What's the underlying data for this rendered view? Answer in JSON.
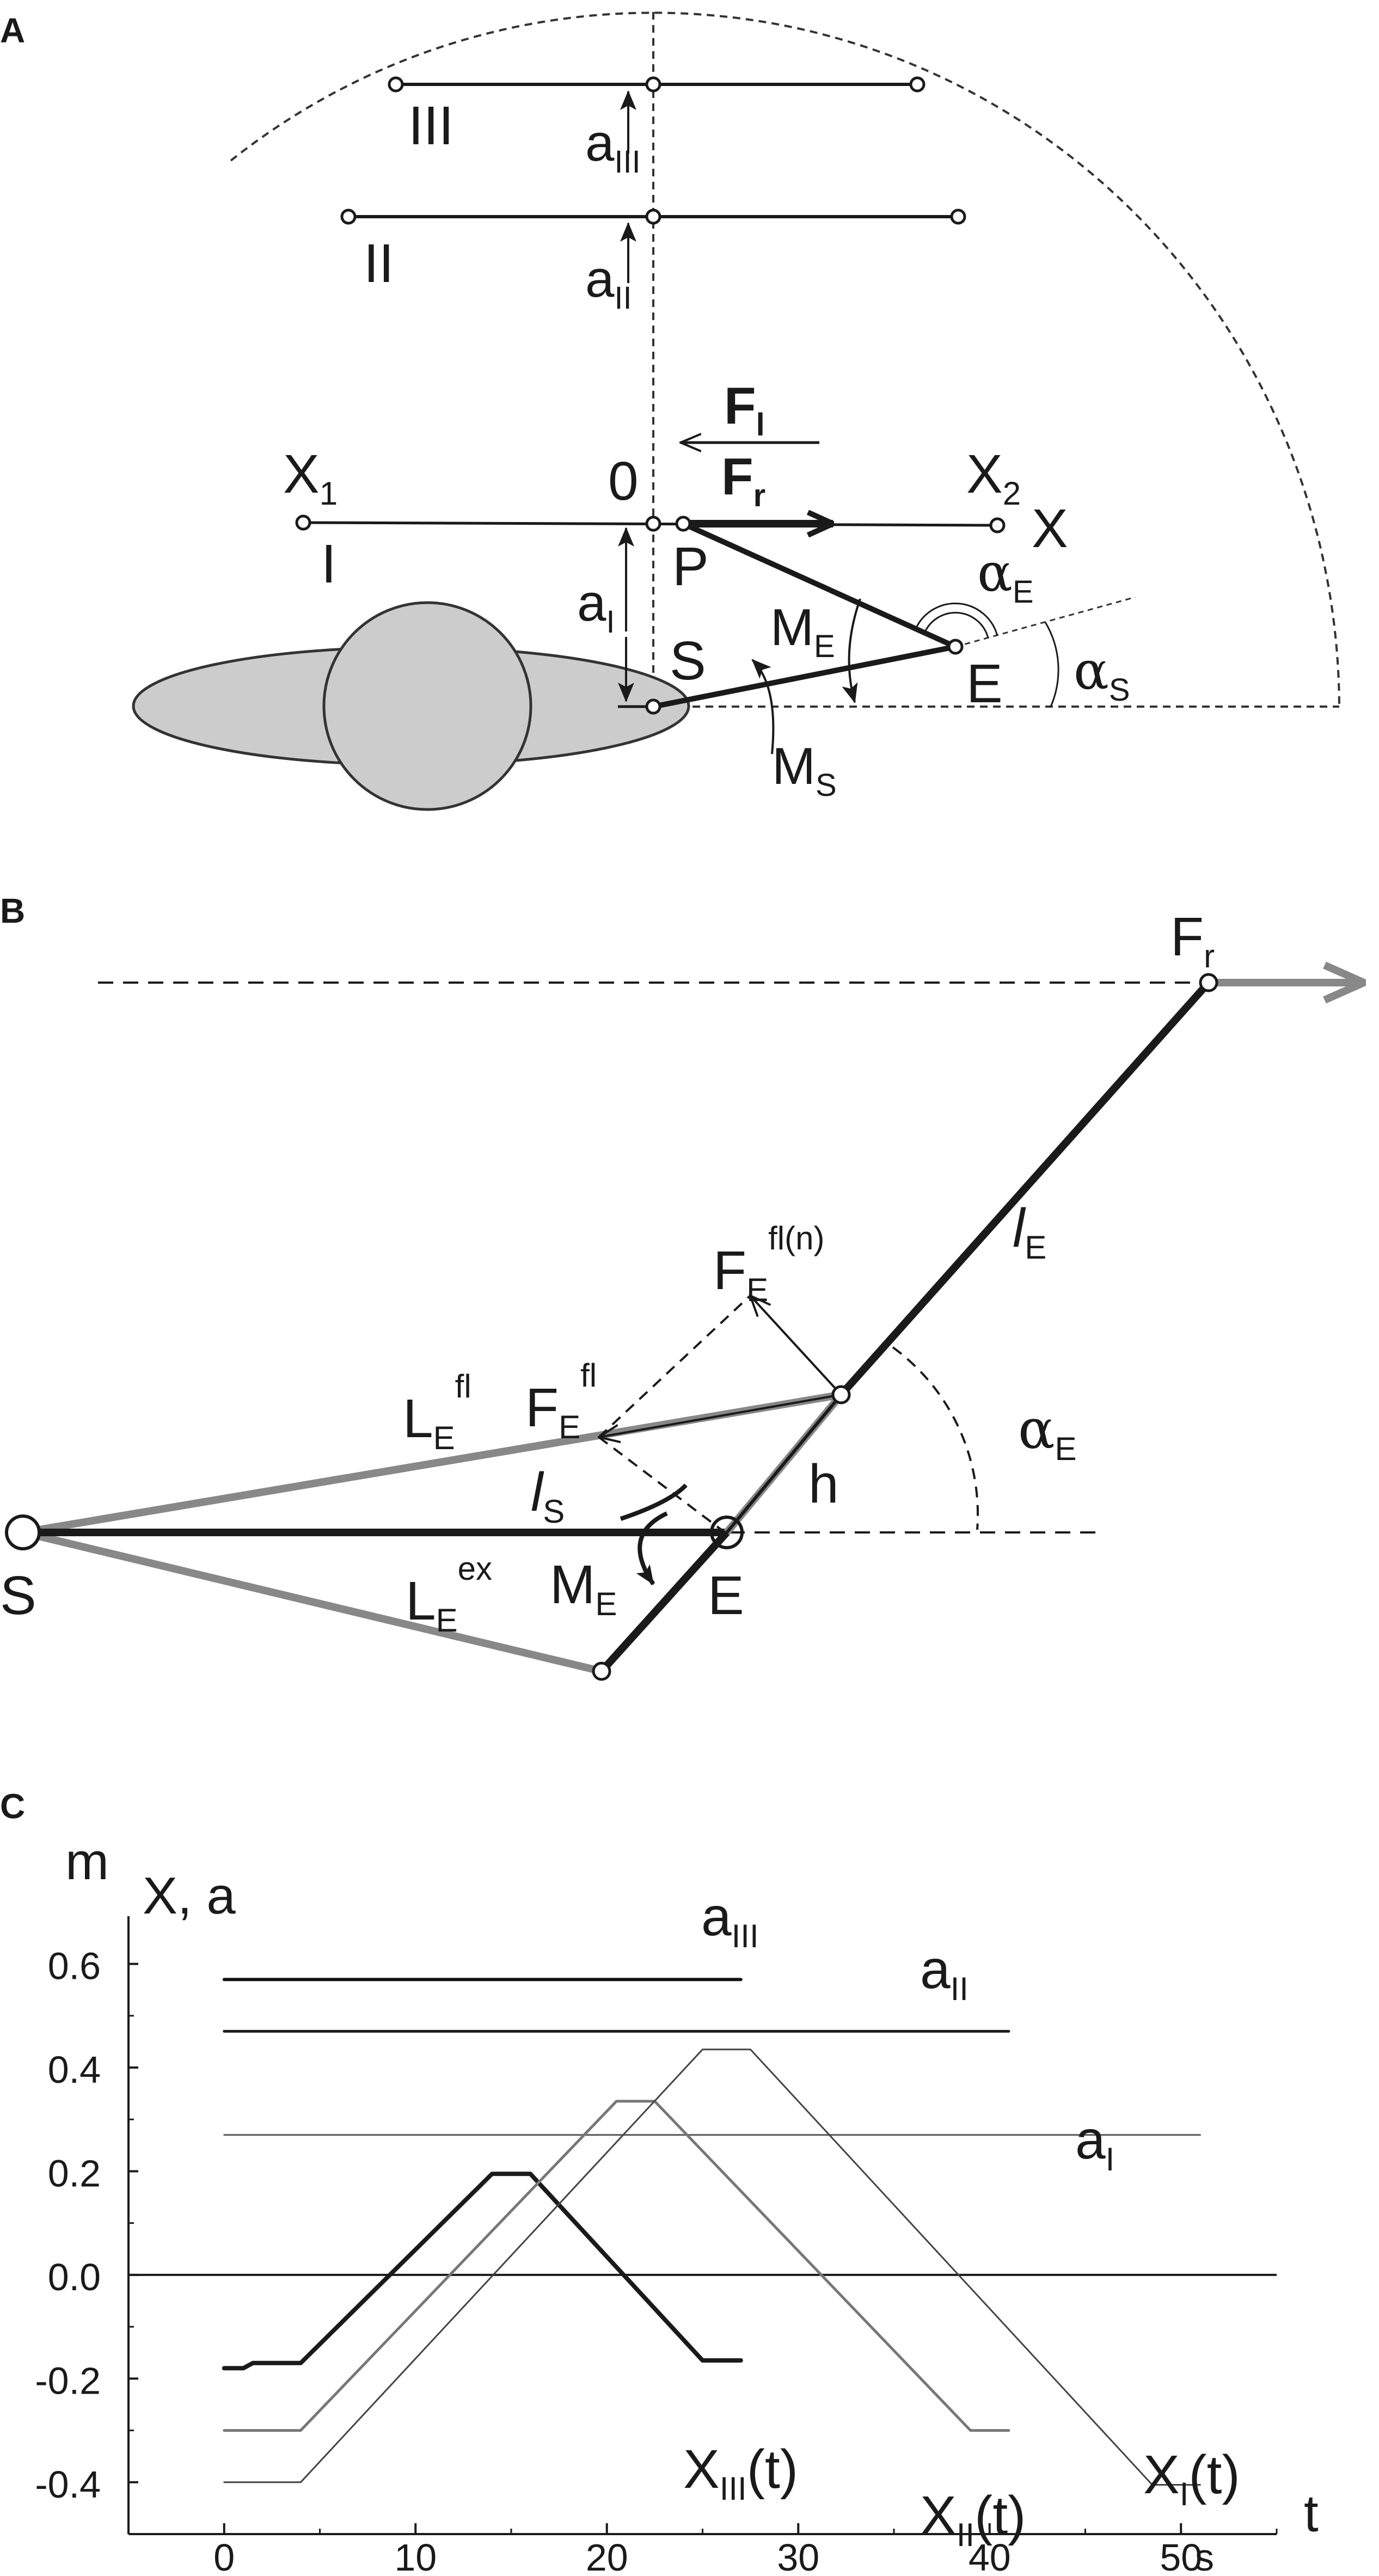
{
  "panels": {
    "A": {
      "letter": "A",
      "levels": [
        "III",
        "II",
        "I"
      ],
      "distances": {
        "III": "III",
        "II": "II",
        "I": "I"
      },
      "labels": {
        "zero": "0",
        "X1": "1",
        "X2": "2",
        "X": "X",
        "P": "P",
        "S": "S",
        "E": "E",
        "Fl": "F",
        "Fl_sub": "l",
        "Fr": "F",
        "Fr_sub": "r",
        "a": "a",
        "ME": "M",
        "ME_sub": "E",
        "MS": "M",
        "MS_sub": "S",
        "alphaE": "α",
        "alphaE_sub": "E",
        "alphaS": "α",
        "alphaS_sub": "S"
      }
    },
    "B": {
      "letter": "B",
      "labels": {
        "Fr": "F",
        "Fr_sub": "r",
        "FEfln": "F",
        "FEfln_sub": "E",
        "FEfln_sup": "fl(n)",
        "lE": "l",
        "lE_sub": "E",
        "FEfl": "F",
        "FEfl_sub": "E",
        "FEfl_sup": "fl",
        "LEfl": "L",
        "LEfl_sub": "E",
        "LEfl_sup": "fl",
        "alphaE": "α",
        "alphaE_sub": "E",
        "lS": "l",
        "lS_sub": "S",
        "h": "h",
        "S": "S",
        "E": "E",
        "LEex": "L",
        "LEex_sub": "E",
        "LEex_sup": "ex",
        "ME": "M",
        "ME_sub": "E"
      }
    },
    "C": {
      "letter": "C",
      "ylabel_unit": "m",
      "ylabel": "X, a",
      "xlabel": "t",
      "xunit": "s"
    }
  },
  "chart_data": {
    "type": "line",
    "xlabel": "t",
    "xunit": "s",
    "ylabel": "X, a",
    "yunit": "m",
    "xlim": [
      -5,
      55
    ],
    "ylim": [
      -0.5,
      0.65
    ],
    "xticks": [
      "0",
      "10",
      "20",
      "30",
      "40",
      "50"
    ],
    "yticks": [
      "0.6",
      "0.4",
      "0.2",
      "0.0",
      "-0.2",
      "-0.4"
    ],
    "series": [
      {
        "name": "a",
        "sub": "III",
        "color": "#111111",
        "width": 6,
        "points": [
          [
            0,
            0.57
          ],
          [
            27,
            0.57
          ]
        ]
      },
      {
        "name": "a",
        "sub": "II",
        "color": "#1a1a1a",
        "width": 5,
        "points": [
          [
            0,
            0.47
          ],
          [
            41,
            0.47
          ]
        ]
      },
      {
        "name": "a",
        "sub": "I",
        "color": "#555555",
        "width": 3,
        "points": [
          [
            0,
            0.27
          ],
          [
            51,
            0.27
          ]
        ]
      },
      {
        "name": "X",
        "sub": "III",
        "suffix": "(t)",
        "color": "#1a1a1a",
        "width": 8,
        "points": [
          [
            0,
            -0.18
          ],
          [
            1,
            -0.18
          ],
          [
            1.5,
            -0.17
          ],
          [
            4,
            -0.17
          ],
          [
            14,
            0.195
          ],
          [
            16,
            0.195
          ],
          [
            25,
            -0.165
          ],
          [
            27,
            -0.165
          ]
        ]
      },
      {
        "name": "X",
        "sub": "II",
        "suffix": "(t)",
        "color": "#777777",
        "width": 5,
        "points": [
          [
            0,
            -0.3
          ],
          [
            4,
            -0.3
          ],
          [
            20.5,
            0.335
          ],
          [
            22.5,
            0.335
          ],
          [
            39,
            -0.3
          ],
          [
            41,
            -0.3
          ]
        ]
      },
      {
        "name": "X",
        "sub": "I",
        "suffix": "(t)",
        "color": "#444444",
        "width": 3,
        "points": [
          [
            0,
            -0.4
          ],
          [
            4,
            -0.4
          ],
          [
            25,
            0.435
          ],
          [
            27.5,
            0.435
          ],
          [
            48.5,
            -0.405
          ],
          [
            51,
            -0.405
          ]
        ]
      }
    ]
  }
}
